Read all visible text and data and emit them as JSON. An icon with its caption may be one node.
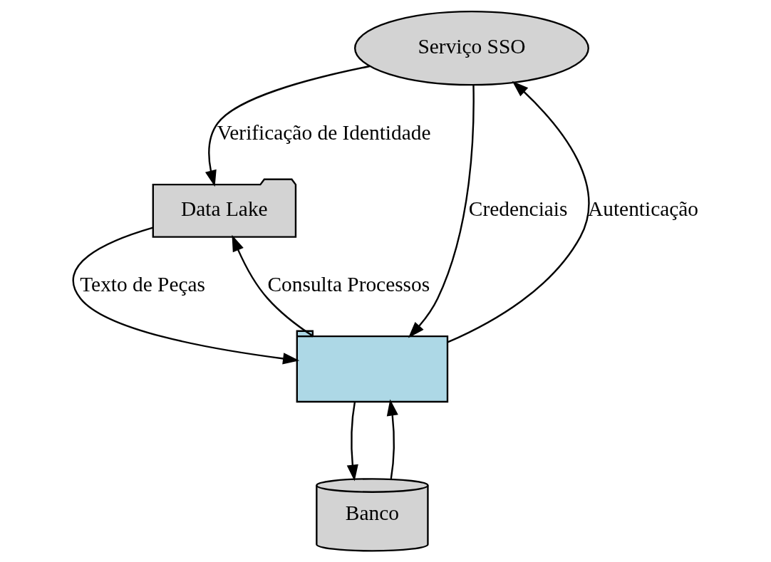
{
  "diagram": {
    "nodes": [
      {
        "text": [
          "Serviço SSO"
        ]
      },
      {
        "text": [
          "Data Lake"
        ]
      },
      {
        "text": [],
        "shape": "folder"
      },
      {
        "text": [
          "Banco"
        ]
      }
    ],
    "edges": [
      {
        "from": 0,
        "to": 1,
        "arrow": "to",
        "label": "Verificação de Identidade"
      },
      {
        "from": 0,
        "to": 2,
        "arrow": "to",
        "label": "Credenciais"
      },
      {
        "from": 2,
        "to": 0,
        "arrow": "to",
        "label": "Autenticação"
      },
      {
        "from": 1,
        "to": 2,
        "arrow": "to",
        "label": "Texto de Peças"
      },
      {
        "from": 2,
        "to": 1,
        "arrow": "to",
        "label": "Consulta Processos"
      },
      {
        "from": 2,
        "to": 3,
        "arrow": "to"
      },
      {
        "from": 3,
        "to": 2,
        "arrow": "to"
      }
    ]
  }
}
